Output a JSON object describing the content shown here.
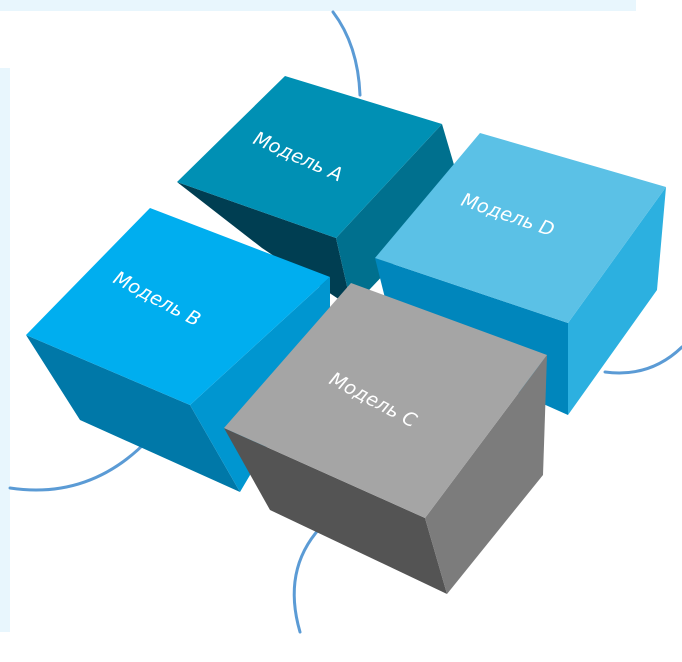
{
  "diagram": {
    "cubes": [
      {
        "id": "a",
        "label": "Модель A",
        "top_color": "#0090b4",
        "left_color": "#003e52",
        "right_color": "#00708e"
      },
      {
        "id": "d",
        "label": "Модель D",
        "top_color": "#5bc1e6",
        "left_color": "#0086bc",
        "right_color": "#2cb0e0"
      },
      {
        "id": "b",
        "label": "Модель B",
        "top_color": "#00aeef",
        "left_color": "#0078a8",
        "right_color": "#0096d0"
      },
      {
        "id": "c",
        "label": "Модель C",
        "top_color": "#a5a5a5",
        "left_color": "#545454",
        "right_color": "#7c7c7c"
      }
    ],
    "connector_color": "#5b9bd5",
    "panel_color": "#e8f6fd"
  }
}
